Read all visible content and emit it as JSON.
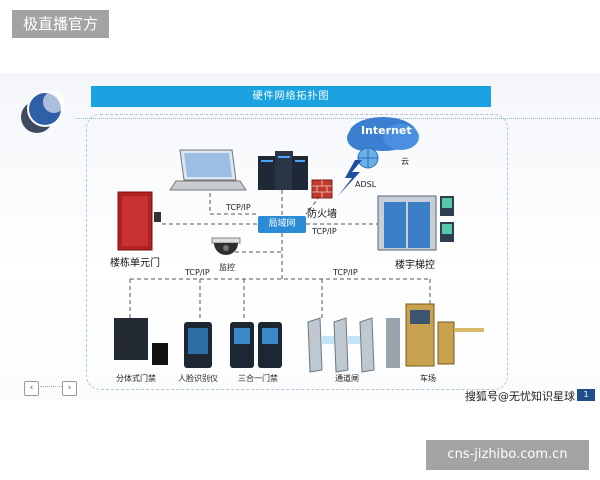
{
  "watermark": {
    "top_left": "极直播官方",
    "bottom_right": "cns-jizhibo.com.cn",
    "sohu": "搜狐号@无忧知识星球"
  },
  "slide": {
    "title": "硬件网络拓扑图",
    "nodes": {
      "internet": "Internet",
      "cloud": "云",
      "adsl": "ADSL",
      "firewall": "防火墙",
      "lan": "局域网",
      "building_door": "楼栋单元门",
      "elevator": "楼宇梯控",
      "camera": "监控",
      "split_access": "分体式门禁",
      "face_recog": "人脸识别仪",
      "three_in_one": "三合一门禁",
      "channel_gate": "通道闸",
      "parking": "车场"
    },
    "protocols": {
      "p1": "TCP/IP",
      "p2": "TCP/IP",
      "p3": "TCP/IP",
      "p4": "TCP/IP"
    },
    "pager": {
      "prev": "‹",
      "next": "›",
      "page": "1"
    }
  },
  "colors": {
    "banner": "#1aa3e0",
    "lan": "#2b8bd6",
    "door": "#b22222",
    "cloud": "#3a7fd0"
  }
}
